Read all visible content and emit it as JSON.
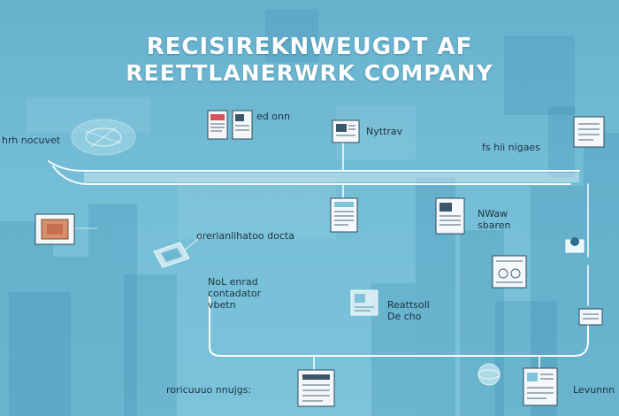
{
  "title": {
    "line1": "RECISIREKNWEUGDT AF",
    "line2": "REETTLANERWRK COMPANY"
  },
  "labels": {
    "left_top": "hrh nocuvet",
    "doc_top_left": "ed onn",
    "doc_top_center": "Nyttrav",
    "right_top": "fs hii nigaes",
    "center_mid": "orerianlihatoo docta",
    "right_mid": "NWaw\nsbaren",
    "left_bottom": "NoL enrad\ncontadator\nvbetn",
    "center_bottom": "Reattsoll\nDe cho",
    "bottom_left": "roricuuuo nnujgs:",
    "bottom_right": "Levunnn"
  },
  "colors": {
    "background_top": "#57a9c8",
    "background_bottom": "#7cc4da",
    "line": "#ffffff",
    "text_dark": "#1f3142",
    "title": "#ffffff"
  },
  "icons": [
    "hologram-disc-icon",
    "document-stack-icon",
    "document-icon",
    "chip-icon",
    "tablet-icon",
    "photo-document-icon",
    "location-pin-icon",
    "sphere-icon"
  ]
}
